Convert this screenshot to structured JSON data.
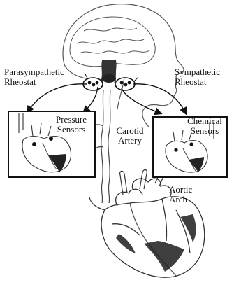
{
  "labels": {
    "parasympathetic_line1": "Parasympathetic",
    "parasympathetic_line2": "Rheostat",
    "sympathetic_line1": "Sympathetic",
    "sympathetic_line2": "Rheostat",
    "pressure_line1": "Pressure",
    "pressure_line2": "Sensors",
    "carotid_line1": "Carotid",
    "carotid_line2": "Artery",
    "chemical_line1": "Chemical",
    "chemical_line2": "Sensors",
    "aortic_line1": "Aortic",
    "aortic_line2": "Arch"
  },
  "colors": {
    "ink": "#111111",
    "sketch": "#555555",
    "background": "#ffffff"
  }
}
